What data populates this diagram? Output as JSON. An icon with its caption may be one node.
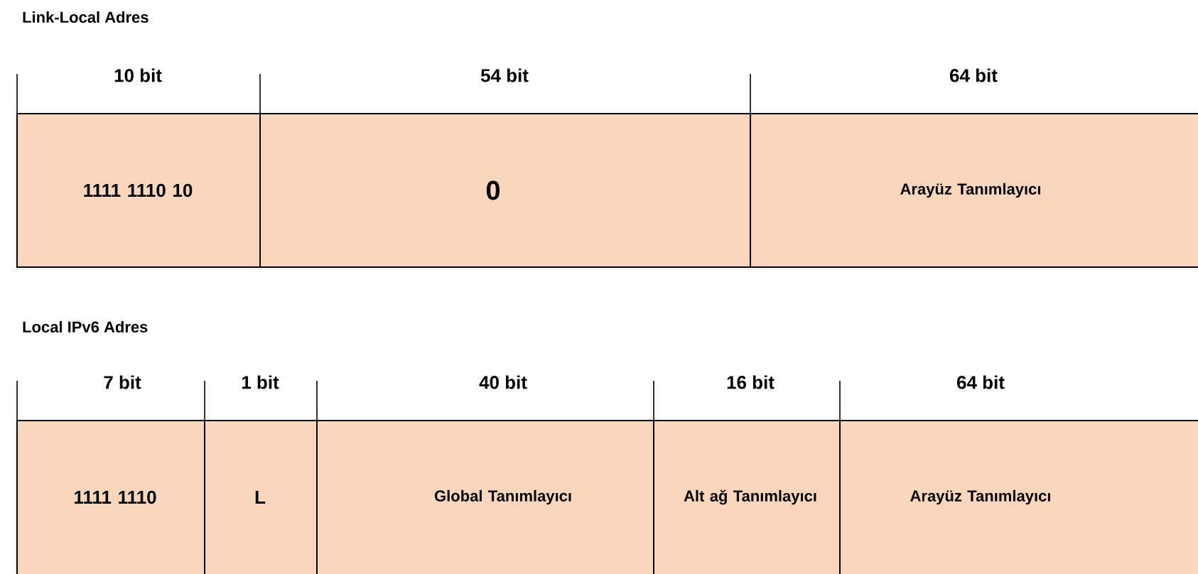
{
  "diagram": {
    "nodes": [
      {
        "text": [
          "1111 1110 10"
        ],
        "beside": [
          "10 bit"
        ]
      },
      {
        "text": [
          "0"
        ],
        "beside": [
          "54 bit"
        ]
      },
      {
        "text": [
          "Arayüz Tanımlayıcı"
        ],
        "beside": [
          "64 bit"
        ]
      },
      {
        "text": [
          "1111 1110"
        ],
        "beside": [
          "7 bit"
        ]
      },
      {
        "text": [
          "L"
        ],
        "beside": [
          "1 bit"
        ]
      },
      {
        "text": [
          "Global Tanımlayıcı"
        ],
        "beside": [
          "40 bit"
        ]
      },
      {
        "text": [
          "Alt ağ Tanımlayıcı"
        ],
        "beside": [
          "16 bit"
        ]
      },
      {
        "text": [
          "Arayüz Tanımlayıcı"
        ],
        "beside": [
          "64 bit"
        ]
      }
    ],
    "labels": [
      "Link-Local Adres",
      "Local IPv6 Adres"
    ]
  }
}
